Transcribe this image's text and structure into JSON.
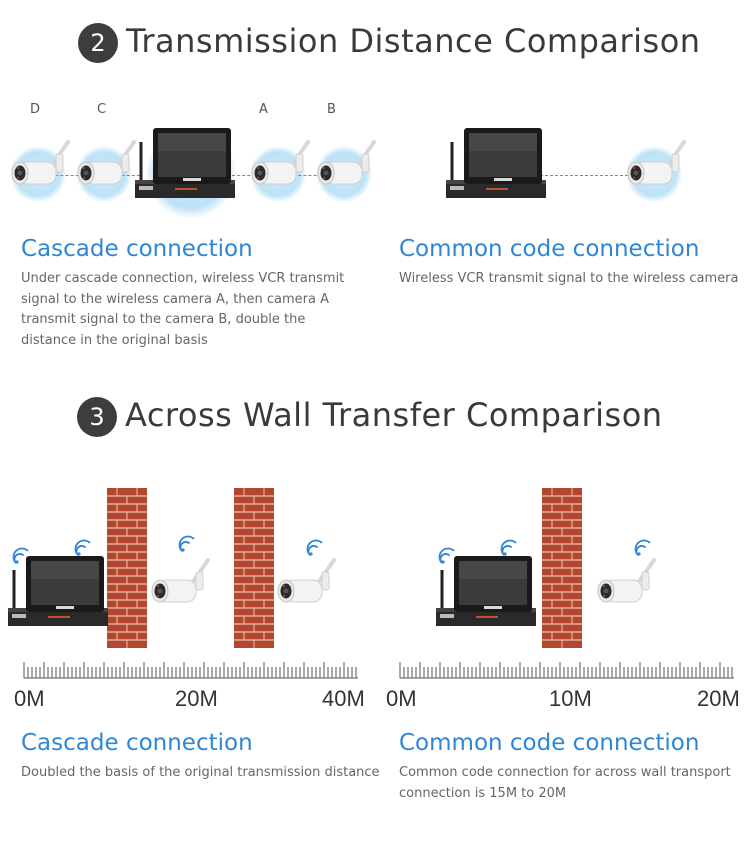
{
  "section2": {
    "number": "2",
    "title": "Transmission Distance Comparison",
    "camera_labels": [
      "D",
      "C",
      "A",
      "B"
    ],
    "cascade": {
      "heading": "Cascade connection",
      "description": "Under cascade connection, wireless VCR transmit signal to the wireless camera A, then camera A transmit signal to the camera B, double the distance in the original basis"
    },
    "common": {
      "heading": "Common code connection",
      "description": "Wireless VCR transmit signal to the wireless camera"
    }
  },
  "section3": {
    "number": "3",
    "title": "Across Wall Transfer Comparison",
    "cascade": {
      "scale_labels": [
        "0M",
        "20M",
        "40M"
      ],
      "heading": "Cascade connection",
      "description": "Doubled the basis of the original transmission distance"
    },
    "common": {
      "scale_labels": [
        "0M",
        "10M",
        "20M"
      ],
      "heading": "Common code connection",
      "description": "Common code connection for across wall transport connection is 15M to 20M"
    }
  },
  "colors": {
    "accent_blue": "#2f86d4",
    "badge_dark": "#3d3d3d",
    "brick": "#b5462e",
    "glow": "#bde2f7"
  },
  "icons": [
    "camera-icon",
    "nvr-monitor-icon",
    "brick-wall-icon",
    "wifi-icon",
    "ruler-icon"
  ]
}
